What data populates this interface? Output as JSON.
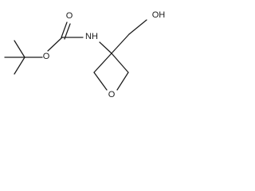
{
  "molecule": {
    "atom_labels": {
      "carbonyl_oxygen": "O",
      "ester_oxygen": "O",
      "amine": "NH",
      "hydroxyl": "OH",
      "ring_oxygen": "O"
    },
    "colors": {
      "bond": "#1a1a1a",
      "label": "#1a1a1a",
      "background": "#ffffff"
    }
  }
}
